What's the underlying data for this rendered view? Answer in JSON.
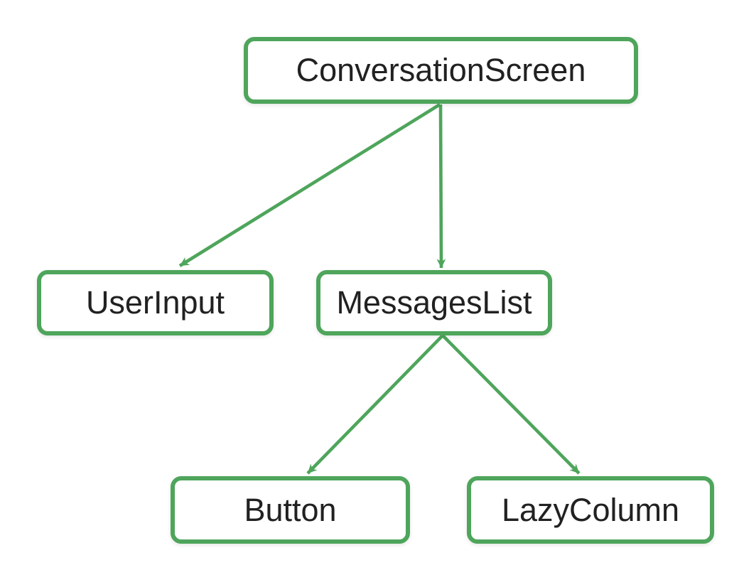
{
  "diagram": {
    "type": "tree",
    "description": "UI component hierarchy tree",
    "colors": {
      "accent": "#4ea55b",
      "node_background": "#ffffff",
      "text": "#212121",
      "page_background": "#ffffff"
    },
    "nodes": {
      "conversation_screen": {
        "label": "ConversationScreen"
      },
      "user_input": {
        "label": "UserInput"
      },
      "messages_list": {
        "label": "MessagesList"
      },
      "button": {
        "label": "Button"
      },
      "lazy_column": {
        "label": "LazyColumn"
      }
    },
    "edges": [
      {
        "from": "ConversationScreen",
        "to": "UserInput",
        "style": "arrow"
      },
      {
        "from": "ConversationScreen",
        "to": "MessagesList",
        "style": "arrow"
      },
      {
        "from": "MessagesList",
        "to": "Button",
        "style": "arrow"
      },
      {
        "from": "MessagesList",
        "to": "LazyColumn",
        "style": "arrow"
      }
    ]
  }
}
